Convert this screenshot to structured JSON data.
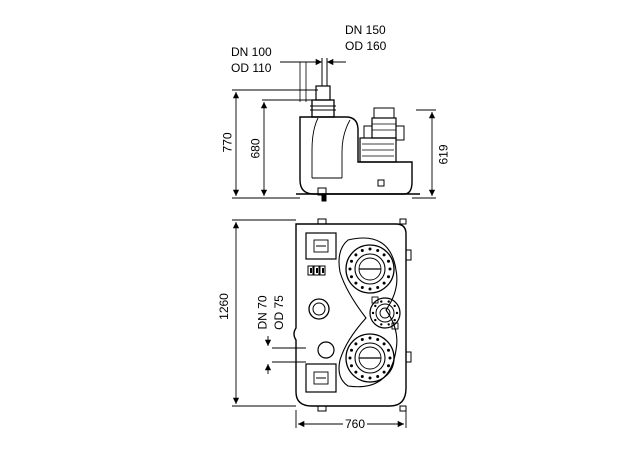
{
  "labels": {
    "outlet_dn": "DN 150",
    "outlet_od": "OD 160",
    "inlet_dn": "DN 100",
    "inlet_od": "OD 110",
    "height_total": "770",
    "height_tank": "680",
    "height_motor": "619",
    "length": "1260",
    "width": "760",
    "side_dn": "DN 70",
    "side_od": "OD 75"
  }
}
